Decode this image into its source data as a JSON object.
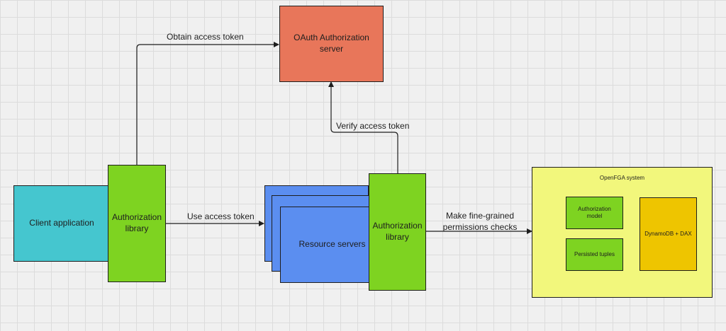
{
  "nodes": {
    "client_app": "Client application",
    "client_auth_lib": "Authorization library",
    "oauth_server": "OAuth Authorization server",
    "resource_servers": "Resource servers",
    "resource_auth_lib": "Authorization library",
    "openfga_system": "OpenFGA system",
    "authorization_model": "Authorization model",
    "persisted_tuples": "Persisted tuples",
    "dynamodb_dax": "DynamoDB + DAX"
  },
  "edges": {
    "obtain_token": "Obtain access token",
    "use_token": "Use access token",
    "verify_token": "Verify access token",
    "permission_checks": "Make fine-grained permissions checks"
  },
  "colors": {
    "cyan": "#45c6cf",
    "green": "#7ed321",
    "orange": "#e8765a",
    "blue": "#5b8ef0",
    "yellow": "#f2f77c",
    "gold": "#eec500"
  }
}
